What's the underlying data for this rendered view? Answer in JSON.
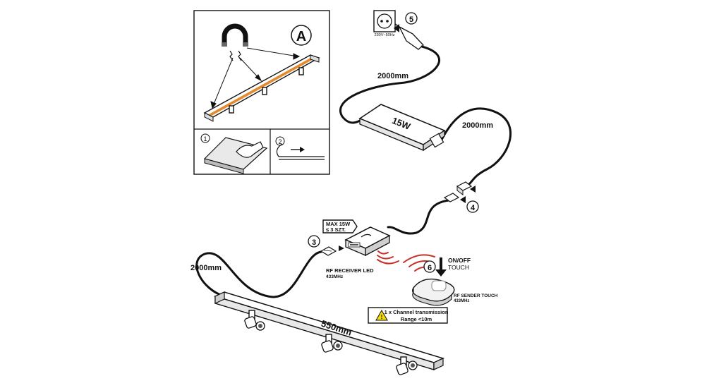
{
  "panel": {
    "badge_a": "A",
    "step1": "1",
    "step2": "2"
  },
  "labels": {
    "cable1": "2000mm",
    "cable2": "2000mm",
    "cable3": "2000mm",
    "length": "550mm",
    "power_supply": "15W",
    "socket_rating": "230V~50Hz",
    "max_line1": "MAX 15W",
    "max_line2": "≤ 3 SZT.",
    "receiver_line1": "RF RECEIVER LED",
    "receiver_line2": "433MHz",
    "onoff_line1": "ON/OFF",
    "onoff_line2": "TOUCH",
    "sender_line1": "RF SENDER  TOUCH",
    "sender_line2": "433MHz",
    "warning_line1": "1 x Channel transmission",
    "warning_line2": "Range <10m"
  },
  "steps": {
    "s3": "3",
    "s4": "4",
    "s5": "5",
    "s6": "6"
  },
  "colors": {
    "strip": "#e38a2e",
    "signal": "#c8302a",
    "warning": "#f5d90a"
  }
}
